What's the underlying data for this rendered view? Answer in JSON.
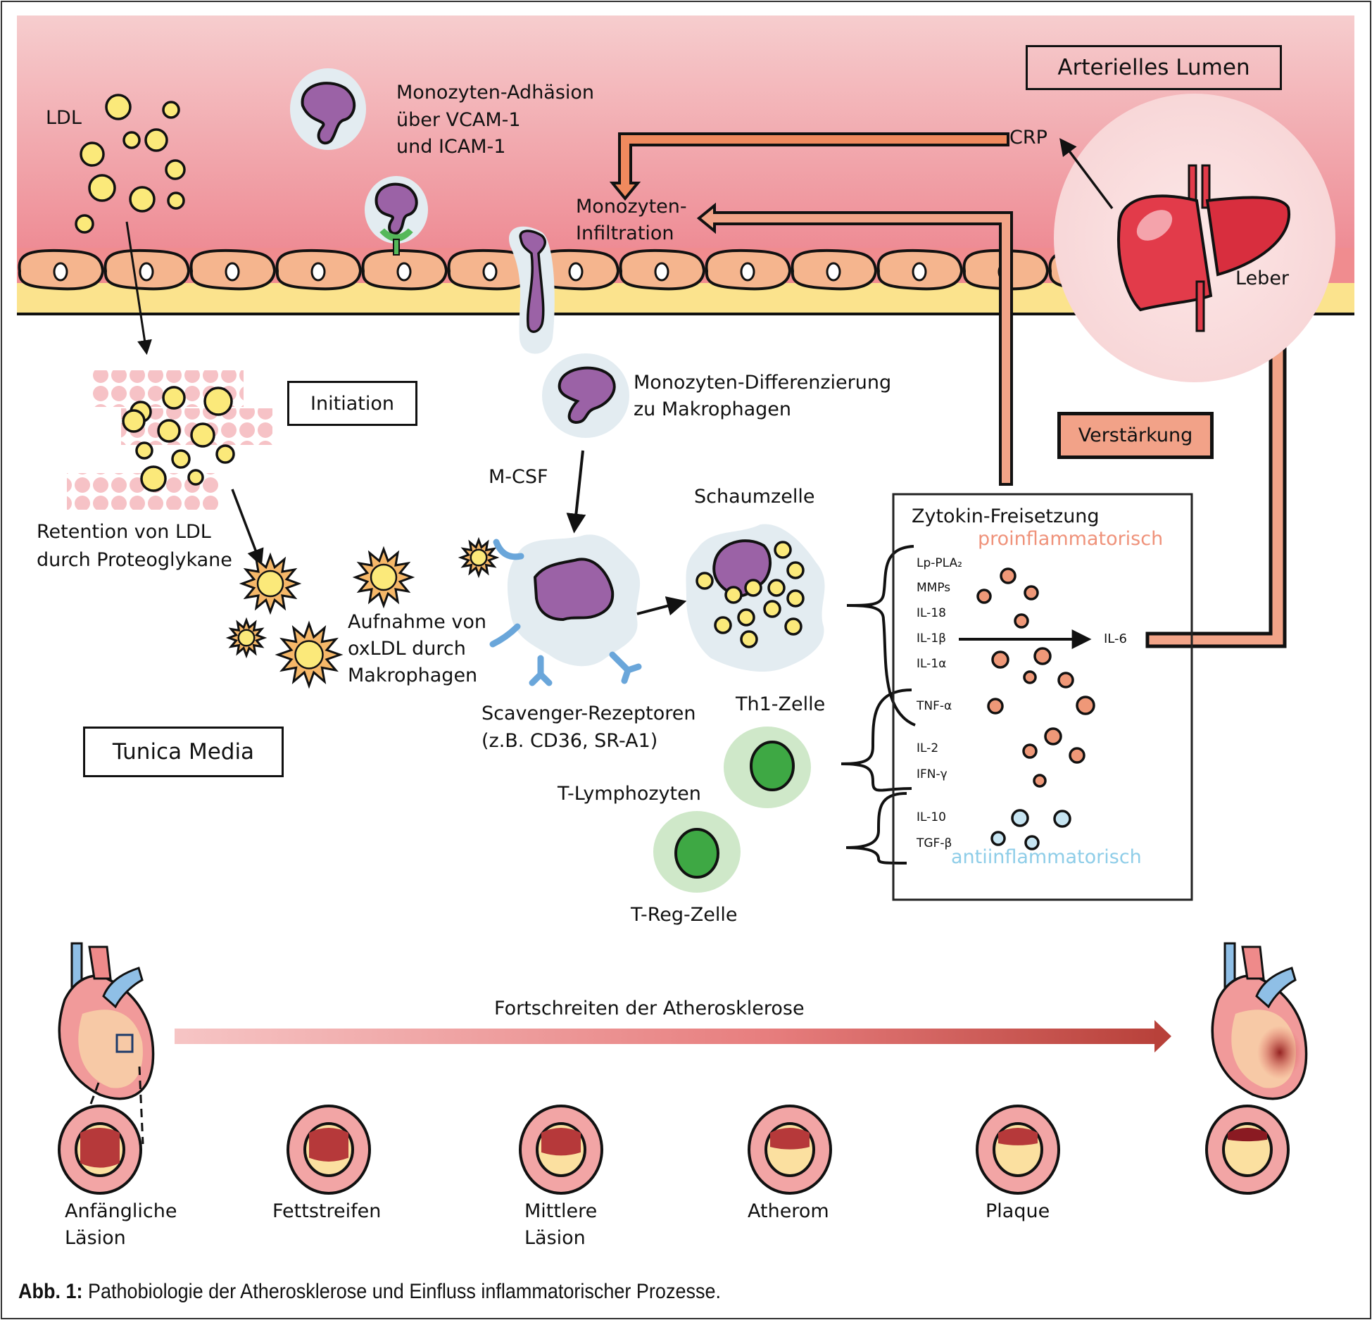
{
  "figure": {
    "caption_label": "Abb. 1:",
    "caption_text": "Pathobiologie der Atherosklerose und Einfluss inflammatorischer Prozesse."
  },
  "lumen": {
    "title": "Arterielles Lumen",
    "ldl_label": "LDL",
    "adhesion_label": [
      "Monozyten-Adhäsion",
      "über VCAM-1",
      "und ICAM-1"
    ],
    "infiltration_label": [
      "Monozyten-",
      "Infiltration"
    ],
    "crp_label": "CRP",
    "liver_label": "Leber"
  },
  "media": {
    "title": "Tunica Media",
    "initiation_label": "Initiation",
    "retention_label": [
      "Retention von LDL",
      "durch Proteoglykane"
    ],
    "uptake_label": [
      "Aufnahme von",
      "oxLDL durch",
      "Makrophagen"
    ],
    "differentiation_label": [
      "Monozyten-Differenzierung",
      "zu Makrophagen"
    ],
    "mcsf_label": "M-CSF",
    "scavenger_label": [
      "Scavenger-Rezeptoren",
      "(z.B. CD36, SR-A1)"
    ],
    "foam_cell_label": "Schaumzelle",
    "th1_label": "Th1-Zelle",
    "t_lymph_label": "T-Lymphozyten",
    "treg_label": "T-Reg-Zelle",
    "amplification_label": "Verstärkung"
  },
  "cytokines": {
    "title": "Zytokin-Freisetzung",
    "pro_label": "proinflammatorisch",
    "anti_label": "antiinflammatorisch",
    "pro_items": [
      "Lp-PLA₂",
      "MMPs",
      "IL-18",
      "IL-1β",
      "IL-1α",
      "TNF-α",
      "IL-2",
      "IFN-γ"
    ],
    "anti_items": [
      "IL-10",
      "TGF-β"
    ],
    "il6_label": "IL-6"
  },
  "progression": {
    "title": "Fortschreiten der Atherosklerose",
    "stages": [
      {
        "label": [
          "Anfängliche",
          "Läsion"
        ]
      },
      {
        "label": [
          "Fettstreifen"
        ]
      },
      {
        "label": [
          "Mittlere",
          "Läsion"
        ]
      },
      {
        "label": [
          "Atherom"
        ]
      },
      {
        "label": [
          "Plaque"
        ]
      },
      {
        "label": [
          ""
        ]
      }
    ]
  },
  "colors": {
    "lumen_top": "#f6c9cb",
    "lumen_bottom": "#ef8f97",
    "endothelium": "#f5b58e",
    "basement": "#fbe38d",
    "monocyte_nucleus": "#9b62a6",
    "cell_halo": "#e3ecf1",
    "ldl": "#fbe97a",
    "oxldl_spike": "#f6b869",
    "cytokine_pro": "#ef9878",
    "cytokine_anti": "#c7e5f2",
    "arrow_fill": "#f1a48a",
    "tcell_outer": "#cfe8c9",
    "tcell_nucleus": "#3ea844",
    "receptor": "#6aa6da",
    "liver": "#e23b4a"
  }
}
